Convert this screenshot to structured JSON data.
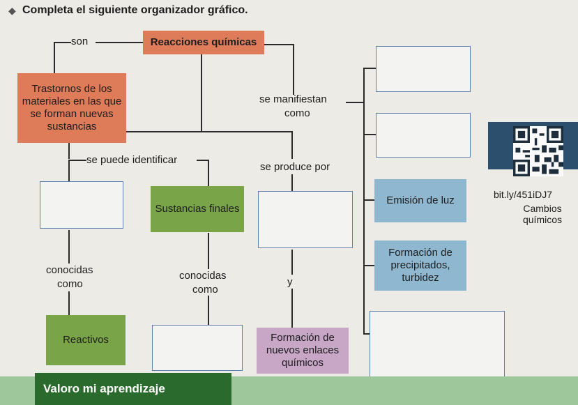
{
  "instruction": "Completa el siguiente organizador gráfico.",
  "nodes": {
    "root": "Reacciones químicas",
    "definition": "Trastornos de los materiales en las que se forman nuevas sustancias",
    "final_substances": "Sustancias finales",
    "reactants": "Reactivos",
    "light_emission": "Emisión de luz",
    "precipitates": "Formación de precipitados, turbidez",
    "new_bonds": "Formación de nuevos enlaces químicos"
  },
  "connectors": {
    "son": "son",
    "se_manifiestan": "se manifiestan",
    "como_1": "como",
    "se_puede_identificar": "se puede identificar",
    "se_produce_por": "se produce por",
    "conocidas_1": "conocidas",
    "como_2": "como",
    "conocidas_2": "conocidas",
    "como_3": "como",
    "y": "y"
  },
  "resource": {
    "link": "bit.ly/451iDJ7",
    "caption": "Cambios químicos"
  },
  "footer": {
    "section_title": "Valoro mi aprendizaje"
  },
  "colors": {
    "orange": "#de7c59",
    "green": "#7aa448",
    "blue": "#8fb7cf",
    "purple": "#c7a6c6",
    "blank_border": "#5d7fb0"
  }
}
